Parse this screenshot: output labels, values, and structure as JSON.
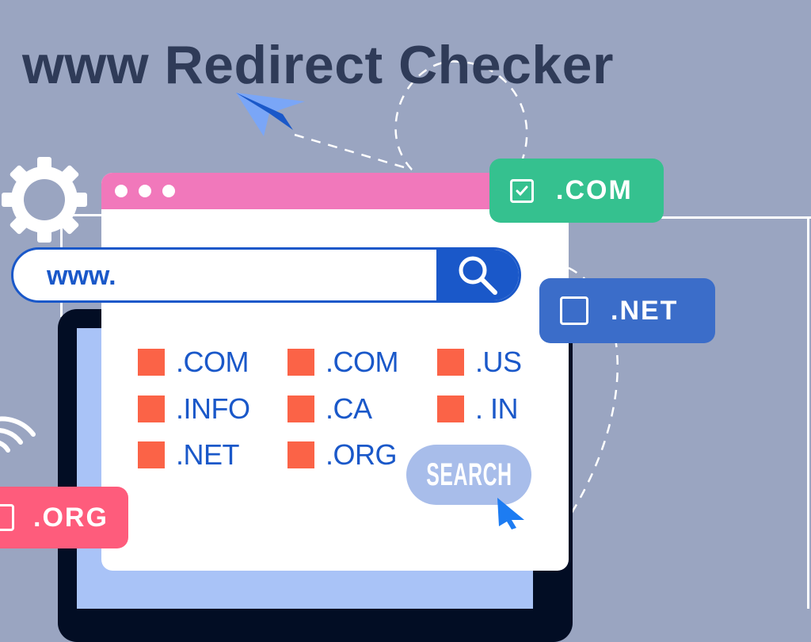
{
  "header": {
    "title": "www Redirect Checker"
  },
  "browser": {
    "window_dots": 3,
    "search": {
      "value": "www.",
      "button_icon": "search-icon"
    },
    "domain_options": [
      {
        "label": ".COM"
      },
      {
        "label": ".COM"
      },
      {
        "label": ".US"
      },
      {
        "label": ".INFO"
      },
      {
        "label": ".CA"
      },
      {
        "label": ". IN"
      },
      {
        "label": ".NET"
      },
      {
        "label": ".ORG"
      }
    ],
    "search_button_label": "SEARCH"
  },
  "tags": {
    "com": {
      "label": ".COM",
      "checked": true,
      "color": "#35c18f"
    },
    "net": {
      "label": ".NET",
      "checked": false,
      "color": "#3b6dc9"
    },
    "org": {
      "label": ".ORG",
      "checked": false,
      "color": "#fe5c7c"
    }
  },
  "colors": {
    "background": "#9aa5c1",
    "title": "#2f3b58",
    "accent_blue": "#1a58c9",
    "browser_bar": "#f178bb",
    "checkbox_orange": "#fb6347",
    "search_pill": "#a8bdea",
    "laptop": "#020d24",
    "laptop_screen": "#a9c3f7"
  }
}
